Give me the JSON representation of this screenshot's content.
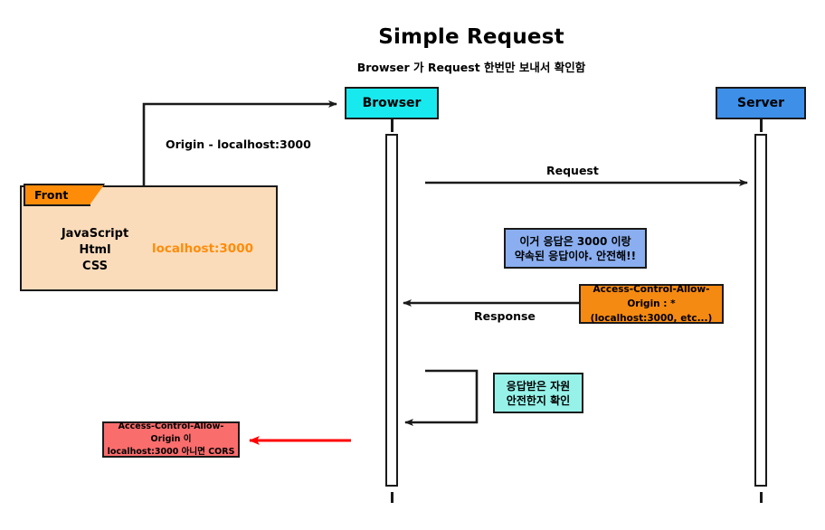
{
  "header": {
    "title": "Simple Request",
    "subtitle": "Browser 가 Request 한번만 보내서 확인함"
  },
  "actors": {
    "browser": {
      "label": "Browser",
      "color": "#18e9ee"
    },
    "server": {
      "label": "Server",
      "color": "#3d8fe8"
    }
  },
  "front_component": {
    "tab_label": "Front",
    "stack": "JavaScript\nHtml\nCSS",
    "origin_value": "localhost:3000",
    "fill": "#fadcbb",
    "tab_fill": "#ff8c09",
    "origin_color": "#ff8c09"
  },
  "messages": {
    "origin": "Origin - localhost:3000",
    "request": "Request",
    "response": "Response"
  },
  "notes": {
    "safe_response": "이거 응답은 3000 이랑\n약속된 응답이야. 안전해!!",
    "cors_header": "Access-Control-Allow-Origin : *\n(localhost:3000, etc...)",
    "check_resource": "응답받은 자원\n안전한지 확인",
    "cors_error": "Access-Control-Allow-Origin 이\nlocalhost:3000 아니면 CORS"
  },
  "colors": {
    "note_blue": "#8aaef0",
    "note_orange": "#f58a12",
    "note_cyan": "#96f2e8",
    "note_red": "#fa6d6d",
    "error_arrow": "#fe0000",
    "stroke": "#1a1a1a"
  }
}
